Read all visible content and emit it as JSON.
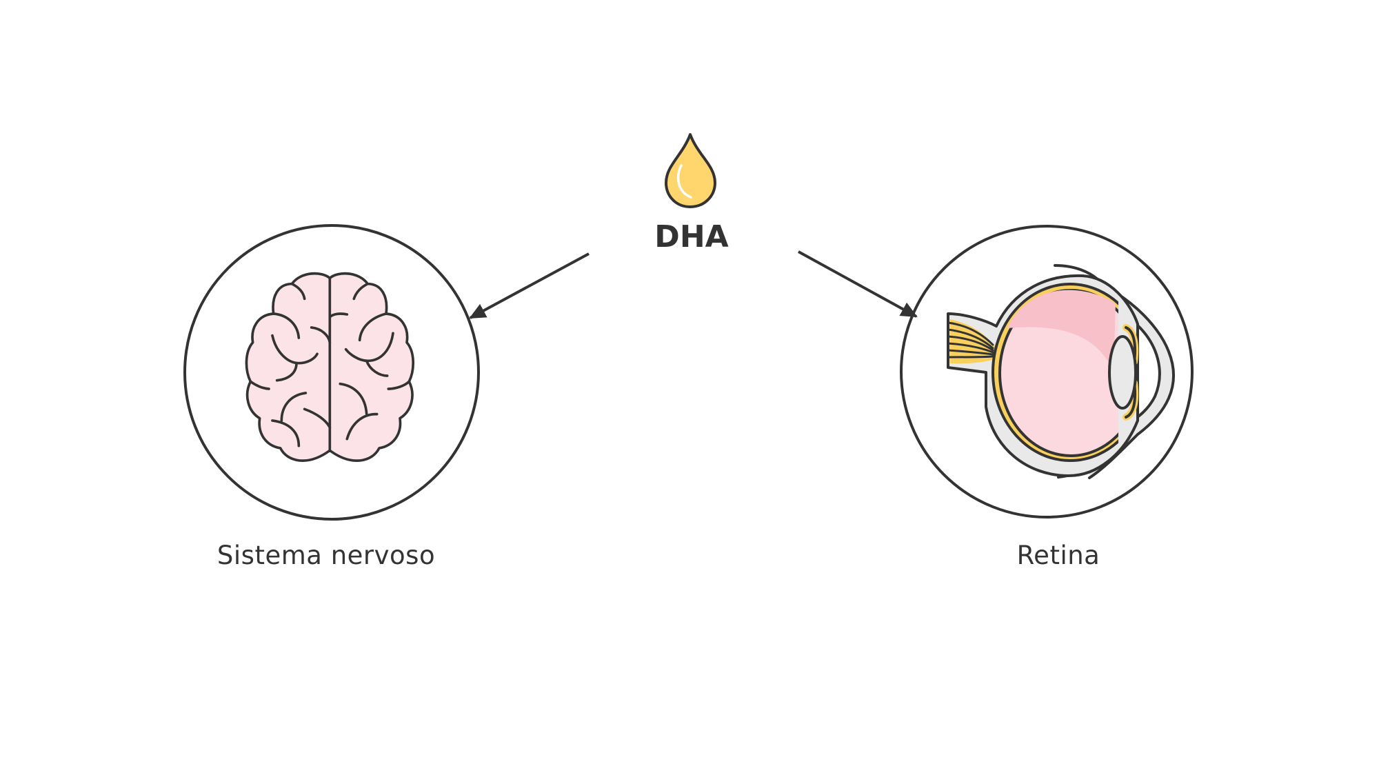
{
  "center": {
    "title": "DHA",
    "icon": "oil-drop-icon"
  },
  "nodes": [
    {
      "label": "Sistema nervoso",
      "icon": "brain-icon"
    },
    {
      "label": "Retina",
      "icon": "eye-icon"
    }
  ],
  "colors": {
    "stroke": "#333333",
    "drop": "#ffd56e",
    "brain": "#fbe3e7",
    "retina": "#f8c0c9",
    "vitreous": "#fbd9de",
    "nerve": "#f9cf5e",
    "sclera": "#e9e9e9"
  }
}
